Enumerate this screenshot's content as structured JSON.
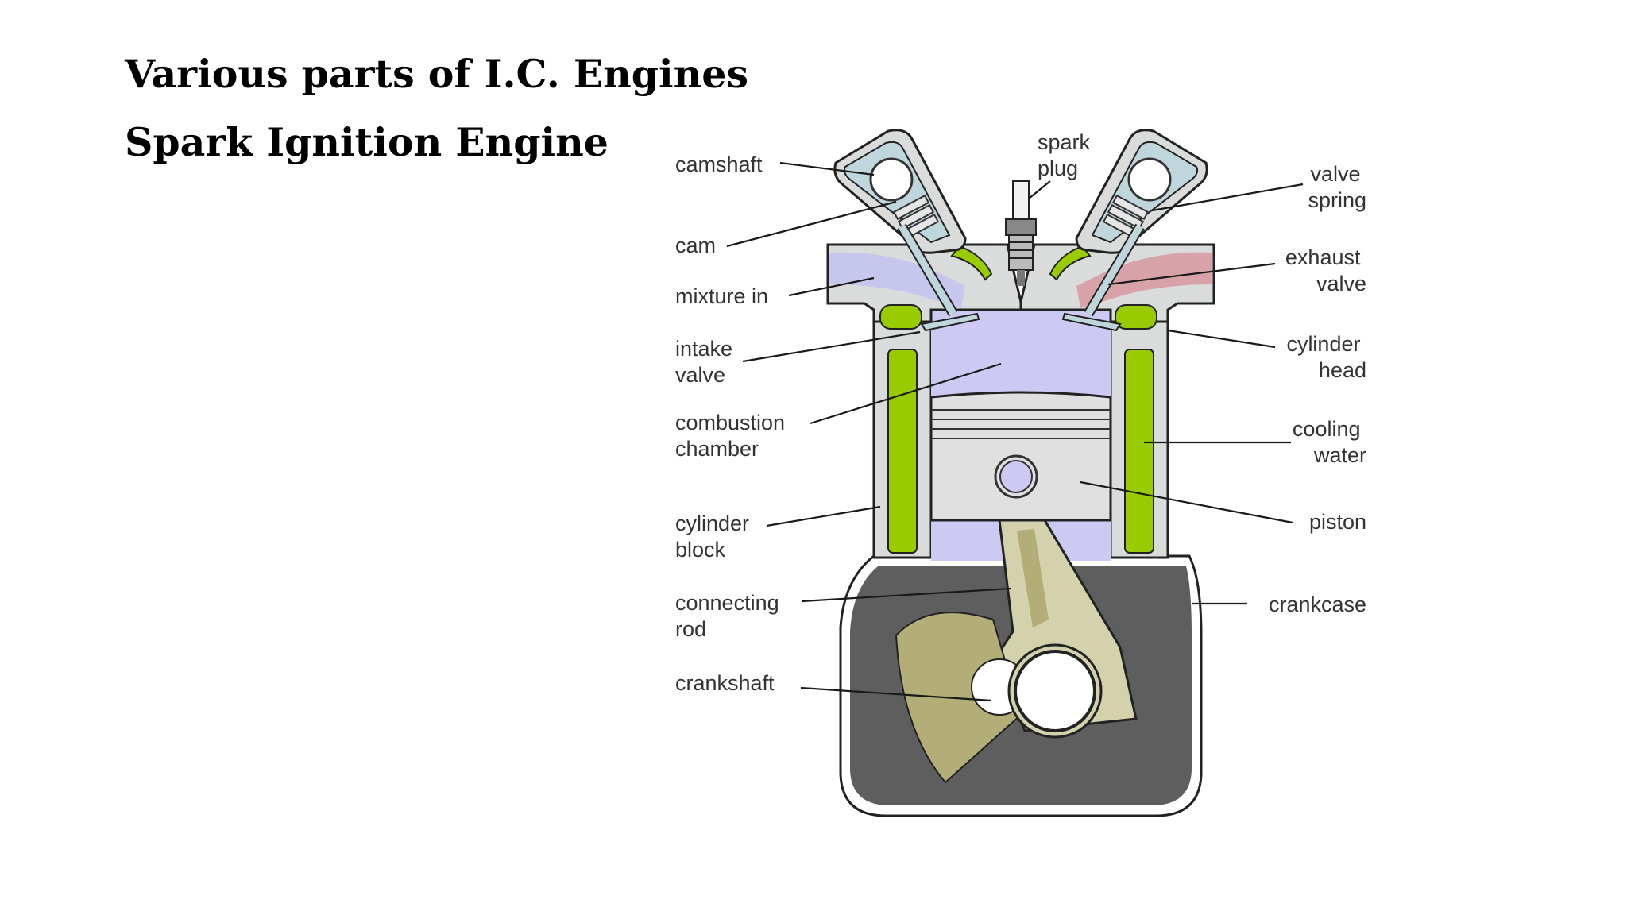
{
  "slide": {
    "title": "Various parts of I.C. Engines",
    "subtitle": "Spark Ignition Engine"
  },
  "diagram": {
    "labels": {
      "camshaft": "camshaft",
      "cam": "cam",
      "mixture_in": "mixture in",
      "intake_valve": [
        "intake",
        "valve"
      ],
      "combustion_chamber": [
        "combustion",
        "chamber"
      ],
      "cylinder_block": [
        "cylinder",
        "block"
      ],
      "connecting_rod": [
        "connecting",
        "rod"
      ],
      "crankshaft": "crankshaft",
      "spark_plug": [
        "spark",
        "plug"
      ],
      "valve_spring": [
        "valve",
        "spring"
      ],
      "exhaust_valve": [
        "exhaust",
        "valve"
      ],
      "cylinder_head": [
        "cylinder",
        "head"
      ],
      "cooling_water": [
        "cooling",
        "water"
      ],
      "piston": "piston",
      "crankcase": "crankcase"
    },
    "colors": {
      "head_gray": "#d9dcda",
      "valve_housing": "#bfd6dd",
      "coolant": "#99cc00",
      "intake_gas": "#c7c6ec",
      "exhaust_gas": "#d8a3a8",
      "chamber": "#ccc9f2",
      "piston": "#e0e0e0",
      "crankcase": "#5e5e5e",
      "rod": "#d3d2ad",
      "crank_web": "#b3ad78"
    }
  }
}
